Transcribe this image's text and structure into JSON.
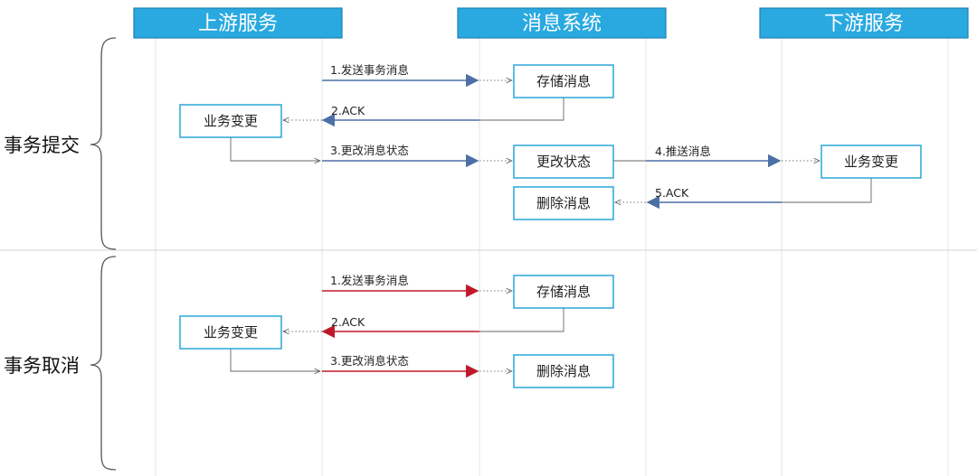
{
  "headers": {
    "upstream": "上游服务",
    "mq": "消息系统",
    "downstream": "下游服务"
  },
  "sections": {
    "commit": "事务提交",
    "cancel": "事务取消"
  },
  "commit": {
    "msg1": "1.发送事务消息",
    "msg2": "2.ACK",
    "msg3": "3.更改消息状态",
    "msg4": "4.推送消息",
    "msg5": "5.ACK",
    "store": "存储消息",
    "business_change": "业务变更",
    "change_status": "更改状态",
    "downstream_change": "业务变更",
    "delete": "删除消息"
  },
  "cancel": {
    "msg1": "1.发送事务消息",
    "msg2": "2.ACK",
    "msg3": "3.更改消息状态",
    "store": "存储消息",
    "business_change": "业务变更",
    "delete": "删除消息"
  },
  "colors": {
    "header": "#29a9e0",
    "node_border": "#2aa7d8",
    "commit_arrow": "#4c6fa6",
    "cancel_arrow": "#c0182a"
  }
}
